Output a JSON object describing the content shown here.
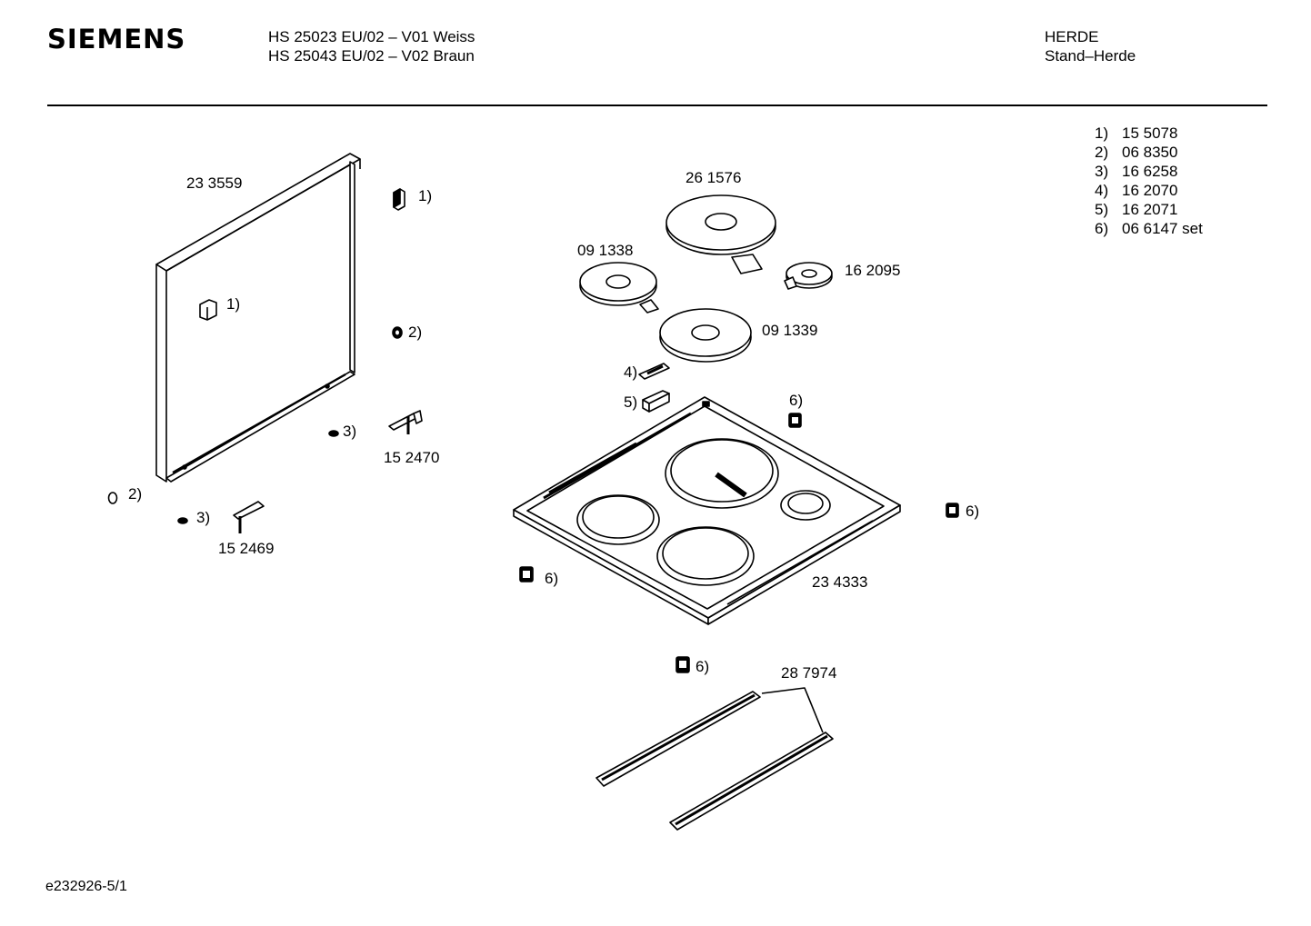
{
  "header": {
    "brand": "SIEMENS",
    "model_line_1": "HS 25023 EU/02 – V01 Weiss",
    "model_line_2": "HS 25043 EU/02 – V02 Braun",
    "category": "HERDE",
    "subcategory": "Stand–Herde"
  },
  "legend": [
    {
      "ref": "1)",
      "part": "15 5078"
    },
    {
      "ref": "2)",
      "part": "06 8350"
    },
    {
      "ref": "3)",
      "part": "16 6258"
    },
    {
      "ref": "4)",
      "part": "16 2070"
    },
    {
      "ref": "5)",
      "part": "16 2071"
    },
    {
      "ref": "6)",
      "part": "06 6147 set"
    }
  ],
  "parts": {
    "frame": "23 3559",
    "hob_plate": "23 4333",
    "large_plate": "26 1576",
    "left_plate": "09 1338",
    "small_plate": "16 2095",
    "mid_plate": "09 1339",
    "hinge_right": "15 2470",
    "hinge_left": "15 2469",
    "rails": "28 7974"
  },
  "callouts": {
    "c1": "1)",
    "c2": "2)",
    "c3": "3)",
    "c4": "4)",
    "c5": "5)",
    "c6": "6)"
  },
  "footer": {
    "drawing_id": "e232926-5/1"
  }
}
